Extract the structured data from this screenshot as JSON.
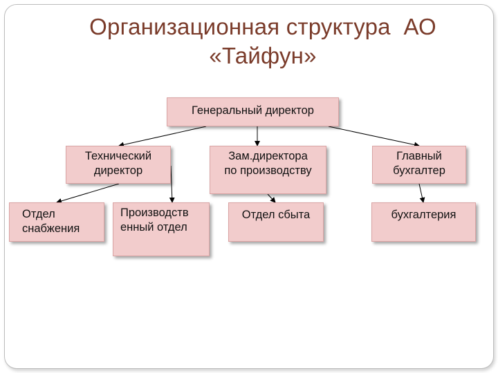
{
  "title": {
    "line1": "Организационная структура  АО",
    "line2": "«Тайфун»"
  },
  "colors": {
    "box_fill": "#f2cccc",
    "box_border": "#d9a3a3",
    "title": "#7a3b2a"
  },
  "nodes": {
    "ceo": "Генеральный директор",
    "tech_director": "Технический\nдиректор",
    "deputy_production": "Зам.директора\nпо производству",
    "chief_accountant": "Главный\nбухгалтер",
    "supply_dept": "Отдел\nснабжения",
    "production_dept": "Производств\nенный отдел",
    "sales_dept": "Отдел сбыта",
    "accounting": "бухгалтерия"
  }
}
